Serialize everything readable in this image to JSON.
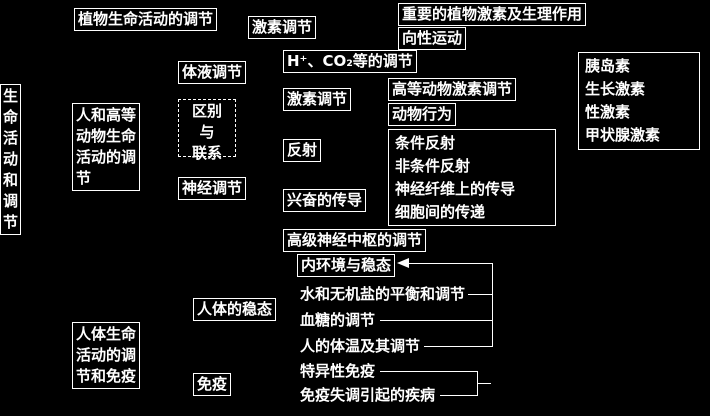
{
  "palette": {
    "background": "#000000",
    "foreground": "#ffffff"
  },
  "root": {
    "label": "生\n命\n活\n动\n和\n调\n节"
  },
  "branches": {
    "plant": {
      "label": "植物生命活动的调节",
      "hormone_regulation": "激素调节",
      "important_hormones": "重要的植物激素及生理作用",
      "tropism": "向性运动"
    },
    "human_animal": {
      "label": "人和高等\n动物生命\n活动的调\n节",
      "humoral": "体液调节",
      "h_co2": "H⁺、CO₂等的调节",
      "hormone_regulation": "激素调节",
      "higher_animal_hormones": "高等动物激素调节",
      "animal_behavior": "动物行为",
      "hormones": [
        "胰岛素",
        "生长激素",
        "性激素",
        "甲状腺激素"
      ],
      "difference_connection": "区别\n与\n联系",
      "nerve": "神经调节",
      "reflex": "反射",
      "reflex_items": [
        "条件反射",
        "非条件反射",
        "神经纤维上的传导",
        "细胞间的传递"
      ],
      "excitation": "兴奋的传导",
      "higher_center": "高级神经中枢的调节"
    },
    "human_body": {
      "label": "人体生命\n活动的调\n节和免疫",
      "homeostasis": "人体的稳态",
      "internal_environment": "内环境与稳态",
      "homeostasis_items": [
        "水和无机盐的平衡和调节",
        "血糖的调节",
        "人的体温及其调节"
      ],
      "immunity": "免疫",
      "immunity_items": [
        "特异性免疫",
        "免疫失调引起的疾病"
      ]
    }
  }
}
